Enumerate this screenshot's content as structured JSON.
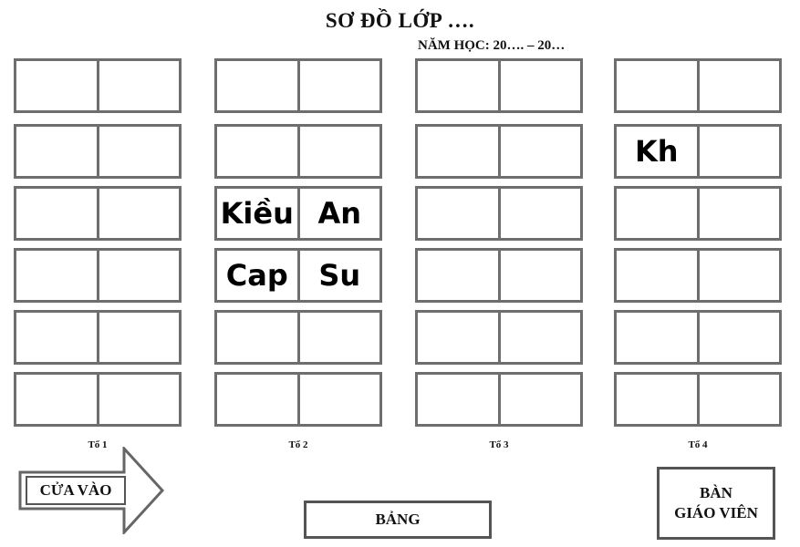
{
  "header": {
    "title": "SƠ ĐỒ LỚP ….",
    "school_year": "NĂM HỌC: 20…. – 20…"
  },
  "groups": [
    {
      "label": "Tổ 1",
      "desks": [
        [
          "",
          ""
        ],
        [
          "",
          ""
        ],
        [
          "",
          ""
        ],
        [
          "",
          ""
        ],
        [
          "",
          ""
        ],
        [
          "",
          ""
        ]
      ]
    },
    {
      "label": "Tổ 2",
      "desks": [
        [
          "",
          ""
        ],
        [
          "",
          ""
        ],
        [
          "Kiều",
          "An"
        ],
        [
          "Cap",
          "Su"
        ],
        [
          "",
          ""
        ],
        [
          "",
          ""
        ]
      ]
    },
    {
      "label": "Tổ 3",
      "desks": [
        [
          "",
          ""
        ],
        [
          "",
          ""
        ],
        [
          "",
          ""
        ],
        [
          "",
          ""
        ],
        [
          "",
          ""
        ],
        [
          "",
          ""
        ]
      ]
    },
    {
      "label": "Tổ 4",
      "desks": [
        [
          "",
          ""
        ],
        [
          "Kh",
          ""
        ],
        [
          "",
          ""
        ],
        [
          "",
          ""
        ],
        [
          "",
          ""
        ],
        [
          "",
          ""
        ]
      ]
    }
  ],
  "door": {
    "label": "CỬA VÀO"
  },
  "board": {
    "label": "BẢNG"
  },
  "teacher_desk": {
    "line1": "BÀN",
    "line2": "GIÁO VIÊN"
  },
  "colors": {
    "desk_border": "#6e6e6e",
    "text": "#111111"
  }
}
